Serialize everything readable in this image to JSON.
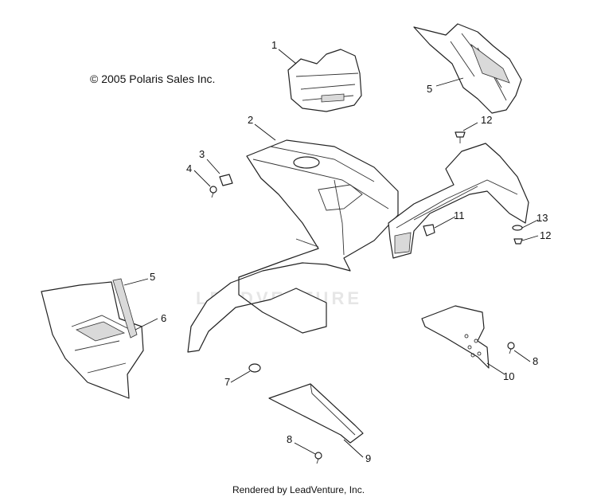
{
  "copyright": "© 2005 Polaris Sales Inc.",
  "footer": "Rendered by LeadVenture, Inc.",
  "watermark": "LEADVENTURE",
  "callouts": {
    "c1": "1",
    "c2": "2",
    "c3": "3",
    "c4": "4",
    "c5a": "5",
    "c5b": "5",
    "c6": "6",
    "c7": "7",
    "c8a": "8",
    "c8b": "8",
    "c9": "9",
    "c10": "10",
    "c11": "11",
    "c12a": "12",
    "c12b": "12",
    "c13": "13"
  }
}
